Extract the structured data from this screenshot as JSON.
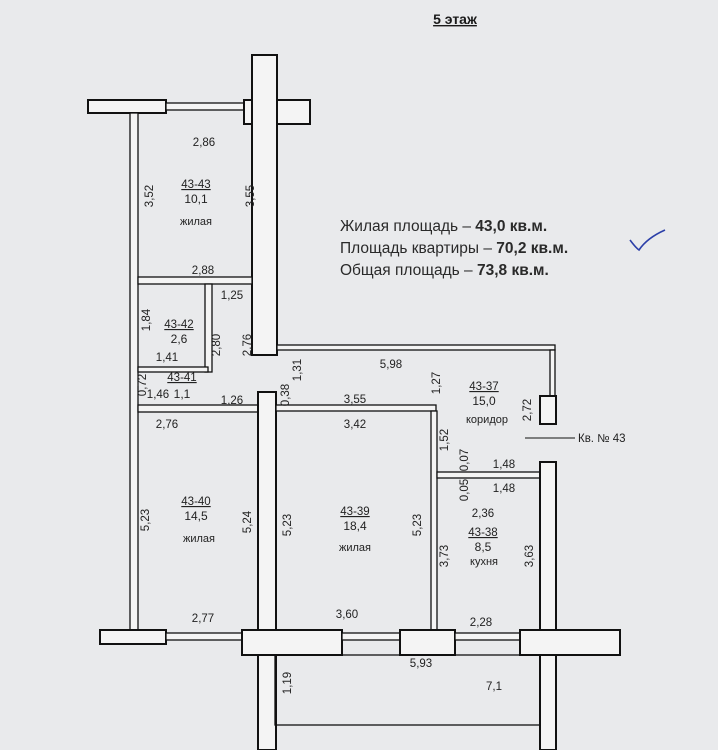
{
  "title": "5 этаж",
  "summary": {
    "living_label": "Жилая площадь – ",
    "living_value": "43,0 кв.м.",
    "apartment_label": "Площадь квартиры – ",
    "apartment_value": "70,2 кв.м.",
    "total_label": "Общая площадь – ",
    "total_value": "73,8 кв.м."
  },
  "apartment_marker": "Кв. № 43",
  "rooms": {
    "r43": {
      "id": "43-43",
      "area": "10,1",
      "type": "жилая"
    },
    "r42": {
      "id": "43-42",
      "area": "2,6"
    },
    "r41": {
      "id": "43-41",
      "area": "1,1"
    },
    "r40": {
      "id": "43-40",
      "area": "14,5",
      "type": "жилая"
    },
    "r39": {
      "id": "43-39",
      "area": "18,4",
      "type": "жилая"
    },
    "r38": {
      "id": "43-38",
      "area": "8,5",
      "type": "кухня"
    },
    "r37": {
      "id": "43-37",
      "area": "15,0",
      "type": "коридор"
    }
  },
  "dims": [
    "2,86",
    "3,52",
    "3,55",
    "2,88",
    "1,25",
    "1,84",
    "2,80",
    "2,76",
    "1,41",
    "0,72",
    "1,46",
    "1,26",
    "0,38",
    "1,31",
    "5,98",
    "1,27",
    "3,55",
    "3,42",
    "2,72",
    "1,52",
    "0,07",
    "1,48",
    "0,05",
    "1,48",
    "2,36",
    "2,76",
    "5,23",
    "5,24",
    "5,23",
    "5,23",
    "3,73",
    "3,63",
    "2,77",
    "3,60",
    "2,28",
    "5,93",
    "1,19",
    "7,1"
  ]
}
